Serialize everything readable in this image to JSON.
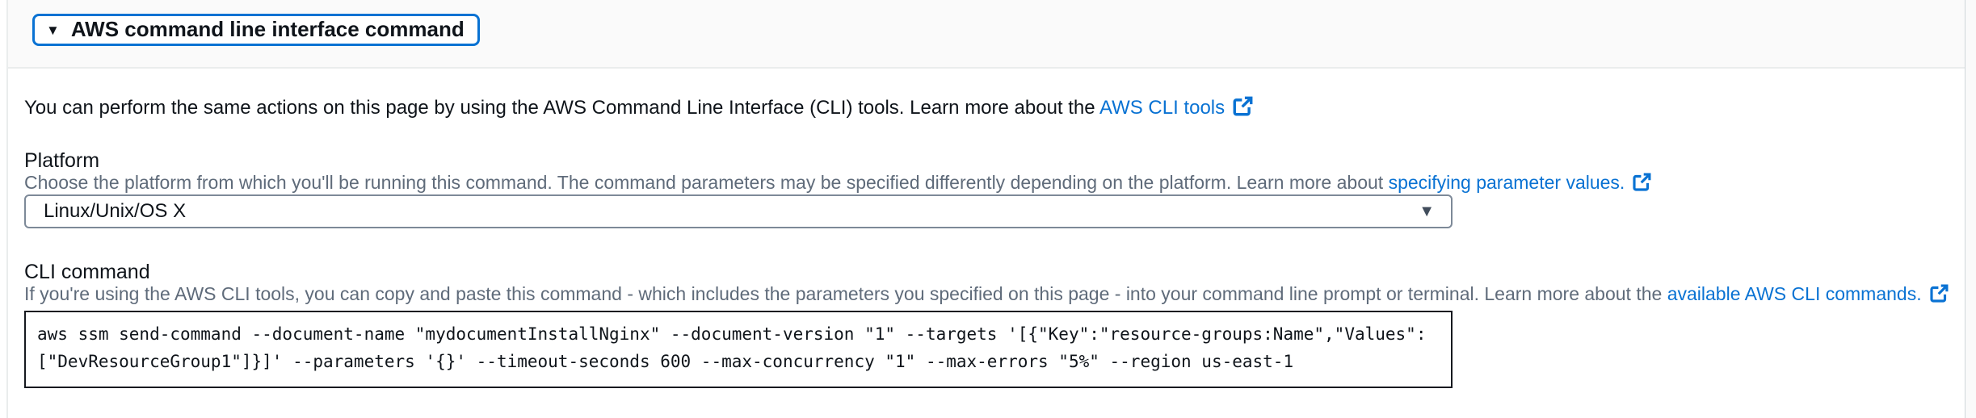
{
  "section": {
    "title": "AWS command line interface command",
    "expander_caret_icon": "▼"
  },
  "intro": {
    "text": "You can perform the same actions on this page by using the AWS Command Line Interface (CLI) tools. Learn more about the ",
    "link_label": "AWS CLI tools"
  },
  "platform": {
    "label": "Platform",
    "description": "Choose the platform from which you'll be running this command. The command parameters may be specified differently depending on the platform. Learn more about ",
    "link_label": "specifying parameter values.",
    "selected_value": "Linux/Unix/OS X",
    "select_caret_icon": "▼"
  },
  "cli": {
    "label": "CLI command",
    "description": "If you're using the AWS CLI tools, you can copy and paste this command - which includes the parameters you specified on this page - into your command line prompt or terminal. Learn more about the ",
    "link_label": "available AWS CLI commands.",
    "command": "aws ssm send-command --document-name \"mydocumentInstallNginx\" --document-version \"1\" --targets '[{\"Key\":\"resource-groups:Name\",\"Values\":[\"DevResourceGroup1\"]}]' --parameters '{}' --timeout-seconds 600 --max-concurrency \"1\" --max-errors \"5%\" --region us-east-1",
    "command_lines": [
      "aws ssm send-command --document-name \"mydocumentInstallNginx\" --document-version \"1\" --targets '[{\"Key\":\"resource-groups:Name\",\"Values\":",
      "[\"DevResourceGroup1\"]}]' --parameters '{}' --timeout-seconds 600 --max-concurrency \"1\" --max-errors \"5%\" --region us-east-1"
    ]
  },
  "icons": {
    "external_link": "external-link-icon",
    "caret_down": "caret-down-icon"
  },
  "colors": {
    "link_blue": "#0972d3",
    "focus_ring_blue": "#0972d3",
    "heading_text": "#0f141a",
    "description_gray": "#5f6b7a",
    "select_border": "#7d8998",
    "code_border": "#16191f",
    "band_background": "#fafafa",
    "divider": "#eaeded"
  }
}
